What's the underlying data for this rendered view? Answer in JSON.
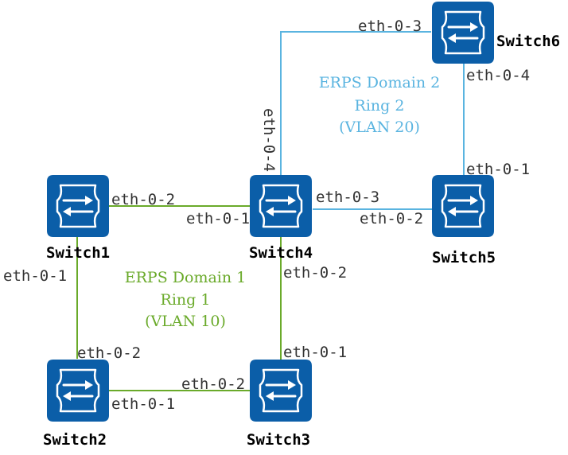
{
  "colors": {
    "ring1": "#6aaa2a",
    "ring2": "#5ab4e0",
    "switch_fill": "#0b5ea8",
    "switch_stroke": "#ffffff"
  },
  "switches": {
    "s1": "Switch1",
    "s2": "Switch2",
    "s3": "Switch3",
    "s4": "Switch4",
    "s5": "Switch5",
    "s6": "Switch6"
  },
  "domains": {
    "ring1": {
      "line1": "ERPS Domain 1",
      "line2": "Ring 1",
      "line3": "(VLAN 10)"
    },
    "ring2": {
      "line1": "ERPS Domain 2",
      "line2": "Ring 2",
      "line3": "(VLAN 20)"
    }
  },
  "ports": {
    "s1_s4_a": "eth-0-2",
    "s1_s4_b": "eth-0-1",
    "s1_s2_a": "eth-0-1",
    "s1_s2_b": "eth-0-2",
    "s2_s3_a": "eth-0-1",
    "s2_s3_b": "eth-0-2",
    "s4_s3_a": "eth-0-2",
    "s4_s3_b": "eth-0-1",
    "s4_s5_a": "eth-0-3",
    "s4_s5_b": "eth-0-2",
    "s4_s6_a": "eth-0-4",
    "s4_s6_b": "eth-0-3",
    "s6_s5_a": "eth-0-4",
    "s6_s5_b": "eth-0-1"
  }
}
